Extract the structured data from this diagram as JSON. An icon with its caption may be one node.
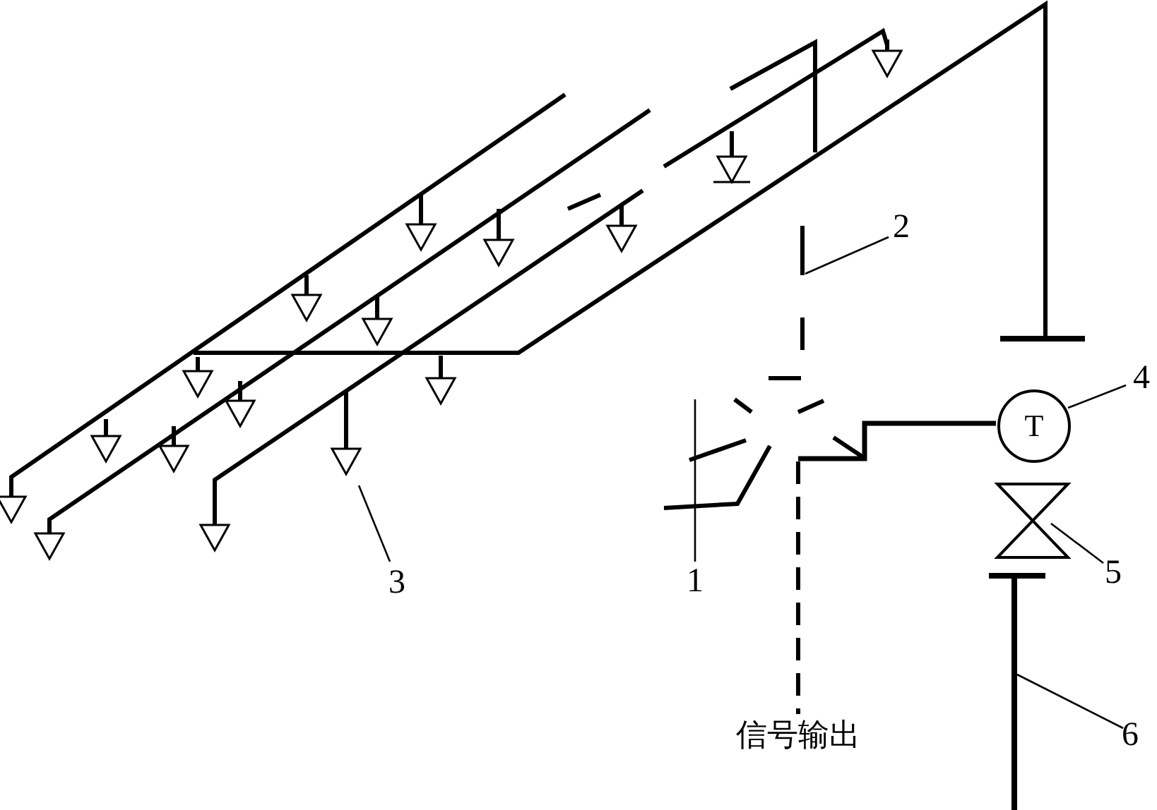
{
  "diagram": {
    "nodes": [
      {
        "text": [
          "2"
        ]
      },
      {
        "text": [
          "4"
        ]
      },
      {
        "text": [
          "T"
        ]
      },
      {
        "text": [
          "1"
        ]
      },
      {
        "text": [
          "3"
        ]
      },
      {
        "text": [
          "5"
        ]
      },
      {
        "text": [
          "信号输出"
        ]
      },
      {
        "text": [
          "6"
        ]
      }
    ],
    "edges": [
      {
        "from": 0,
        "to": null,
        "arrow": "none"
      },
      {
        "from": 1,
        "to": 2,
        "arrow": "none"
      },
      {
        "from": 3,
        "to": null,
        "arrow": "none"
      },
      {
        "from": 4,
        "to": null,
        "arrow": "none"
      },
      {
        "from": 5,
        "to": null,
        "arrow": "none"
      },
      {
        "from": 7,
        "to": null,
        "arrow": "none"
      },
      {
        "from": null,
        "to": 6,
        "arrow": "none",
        "style": "dashed"
      },
      {
        "from": null,
        "to": 2,
        "arrow": "none",
        "style": "thick"
      }
    ]
  }
}
